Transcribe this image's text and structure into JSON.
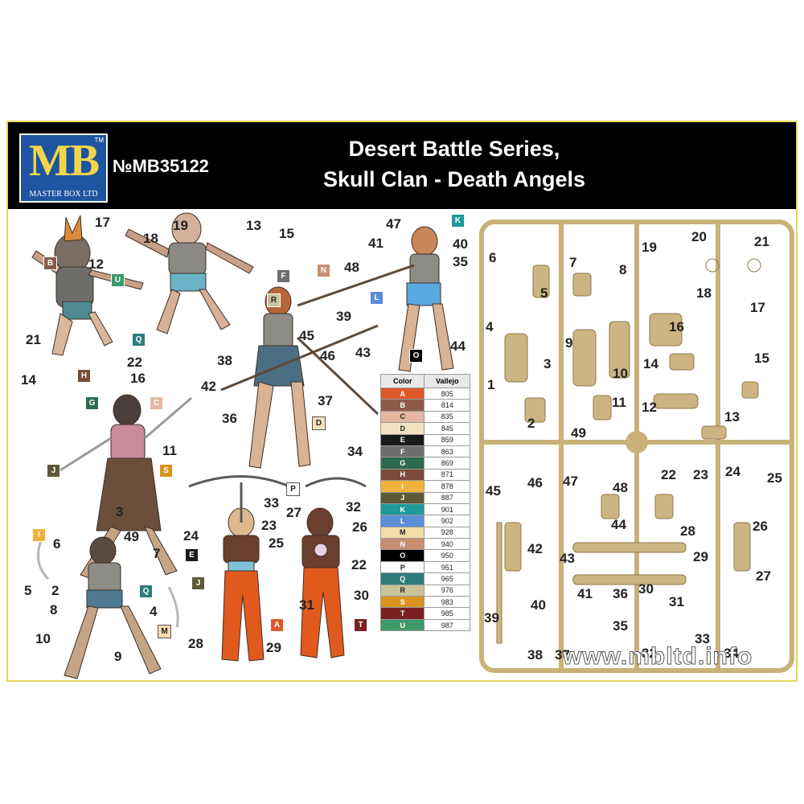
{
  "header": {
    "logo_letters": "MB",
    "logo_tm": "TM",
    "logo_subtitle": "MASTER BOX LTD",
    "catalog_number": "№MB35122",
    "title_line1": "Desert Battle Series,",
    "title_line2": "Skull Clan - Death Angels"
  },
  "color_table": {
    "header_color": "Color",
    "header_vallejo": "Vallejo",
    "rows": [
      {
        "code": "A",
        "vallejo": "805",
        "hex": "#e0592a"
      },
      {
        "code": "B",
        "vallejo": "814",
        "hex": "#8c5a48"
      },
      {
        "code": "C",
        "vallejo": "835",
        "hex": "#e4b8a0"
      },
      {
        "code": "D",
        "vallejo": "845",
        "hex": "#f3e2c2"
      },
      {
        "code": "E",
        "vallejo": "859",
        "hex": "#1a1a1a"
      },
      {
        "code": "F",
        "vallejo": "863",
        "hex": "#6e6e6e"
      },
      {
        "code": "G",
        "vallejo": "869",
        "hex": "#2f6a4f"
      },
      {
        "code": "H",
        "vallejo": "871",
        "hex": "#7a4a3a"
      },
      {
        "code": "I",
        "vallejo": "878",
        "hex": "#f0b23a"
      },
      {
        "code": "J",
        "vallejo": "887",
        "hex": "#5e5a38"
      },
      {
        "code": "K",
        "vallejo": "901",
        "hex": "#1e9a9a"
      },
      {
        "code": "L",
        "vallejo": "902",
        "hex": "#5a8fd6"
      },
      {
        "code": "M",
        "vallejo": "928",
        "hex": "#f1dca8"
      },
      {
        "code": "N",
        "vallejo": "940",
        "hex": "#c88f72"
      },
      {
        "code": "O",
        "vallejo": "950",
        "hex": "#000000"
      },
      {
        "code": "P",
        "vallejo": "951",
        "hex": "#ffffff"
      },
      {
        "code": "Q",
        "vallejo": "965",
        "hex": "#2f7c7a"
      },
      {
        "code": "R",
        "vallejo": "976",
        "hex": "#c8c39a"
      },
      {
        "code": "S",
        "vallejo": "983",
        "hex": "#d8941e"
      },
      {
        "code": "T",
        "vallejo": "985",
        "hex": "#7a2020"
      },
      {
        "code": "U",
        "vallejo": "987",
        "hex": "#3e9a6a"
      }
    ]
  },
  "figure_numbers": [
    "17",
    "19",
    "13",
    "18",
    "15",
    "12",
    "21",
    "22",
    "14",
    "16",
    "45",
    "38",
    "46",
    "42",
    "37",
    "36",
    "47",
    "40",
    "41",
    "35",
    "48",
    "39",
    "43",
    "44",
    "11",
    "3",
    "34",
    "33",
    "32",
    "27",
    "26",
    "24",
    "23",
    "25",
    "22",
    "28",
    "29",
    "31",
    "30",
    "49",
    "6",
    "7",
    "5",
    "2",
    "8",
    "4",
    "10",
    "9"
  ],
  "figure_tags": [
    "B",
    "U",
    "Q",
    "H",
    "F",
    "N",
    "R",
    "L",
    "K",
    "O",
    "D",
    "G",
    "C",
    "J",
    "S",
    "I",
    "M",
    "E",
    "J",
    "A",
    "P",
    "T",
    "Q"
  ],
  "sprue_numbers": [
    "6",
    "7",
    "19",
    "20",
    "21",
    "8",
    "18",
    "17",
    "5",
    "4",
    "16",
    "9",
    "3",
    "14",
    "15",
    "10",
    "1",
    "11",
    "12",
    "13",
    "2",
    "49",
    "45",
    "46",
    "47",
    "48",
    "22",
    "23",
    "24",
    "25",
    "44",
    "28",
    "26",
    "42",
    "43",
    "29",
    "27",
    "41",
    "36",
    "30",
    "31",
    "40",
    "35",
    "33",
    "39",
    "38",
    "37",
    "32",
    "34"
  ],
  "watermark": "www.mbltd.info"
}
